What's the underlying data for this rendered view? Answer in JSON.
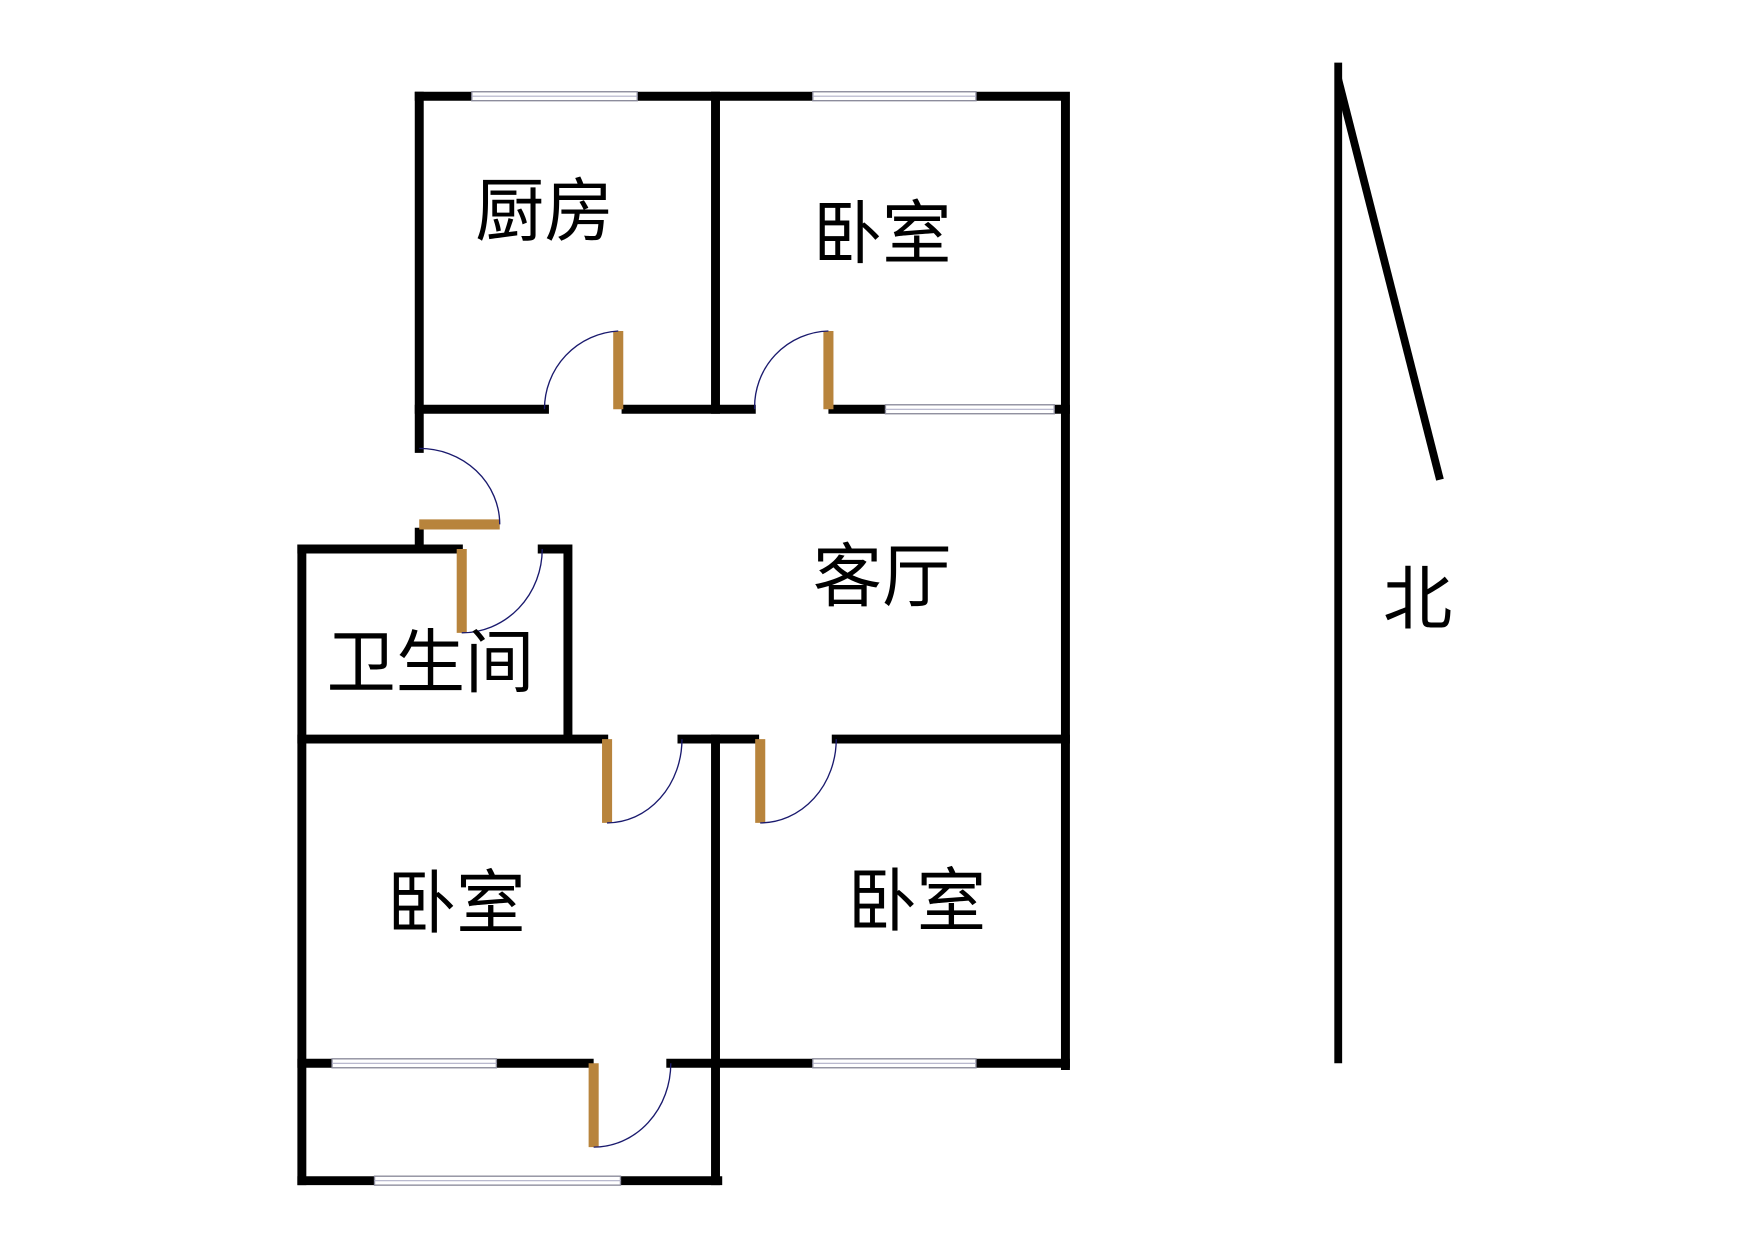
{
  "rooms": {
    "kitchen": "厨房",
    "bedroom_north": "卧室",
    "living_room": "客厅",
    "bathroom": "卫生间",
    "bedroom_southwest": "卧室",
    "bedroom_southeast": "卧室"
  },
  "compass": {
    "label": "北"
  },
  "colors": {
    "wall": "#000000",
    "door_leaf": "#b8843c",
    "door_swing": "#1a1a6e",
    "window": "#8a8a9a"
  }
}
